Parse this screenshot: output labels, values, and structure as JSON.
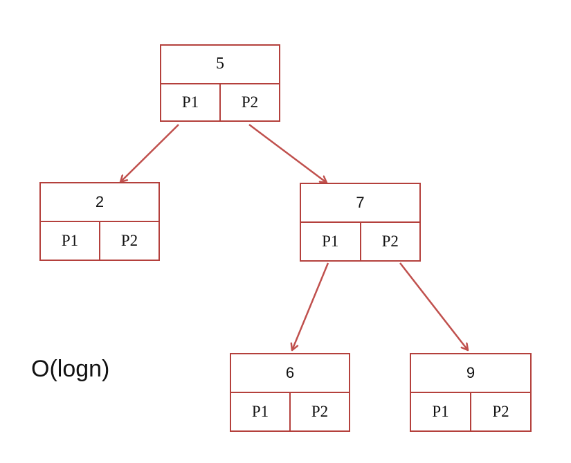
{
  "tree": {
    "nodes": {
      "root": {
        "key": "5",
        "ptr_left": "P1",
        "ptr_right": "P2"
      },
      "n2": {
        "key": "2",
        "ptr_left": "P1",
        "ptr_right": "P2"
      },
      "n7": {
        "key": "7",
        "ptr_left": "P1",
        "ptr_right": "P2"
      },
      "n6": {
        "key": "6",
        "ptr_left": "P1",
        "ptr_right": "P2"
      },
      "n9": {
        "key": "9",
        "ptr_left": "P1",
        "ptr_right": "P2"
      }
    },
    "edges": [
      {
        "from": "5",
        "to": "2"
      },
      {
        "from": "5",
        "to": "7"
      },
      {
        "from": "7",
        "to": "6"
      },
      {
        "from": "7",
        "to": "9"
      }
    ]
  },
  "complexity": "O(logn)",
  "colors": {
    "border": "#b4403c",
    "arrow": "#c0504d",
    "text": "#111111"
  }
}
